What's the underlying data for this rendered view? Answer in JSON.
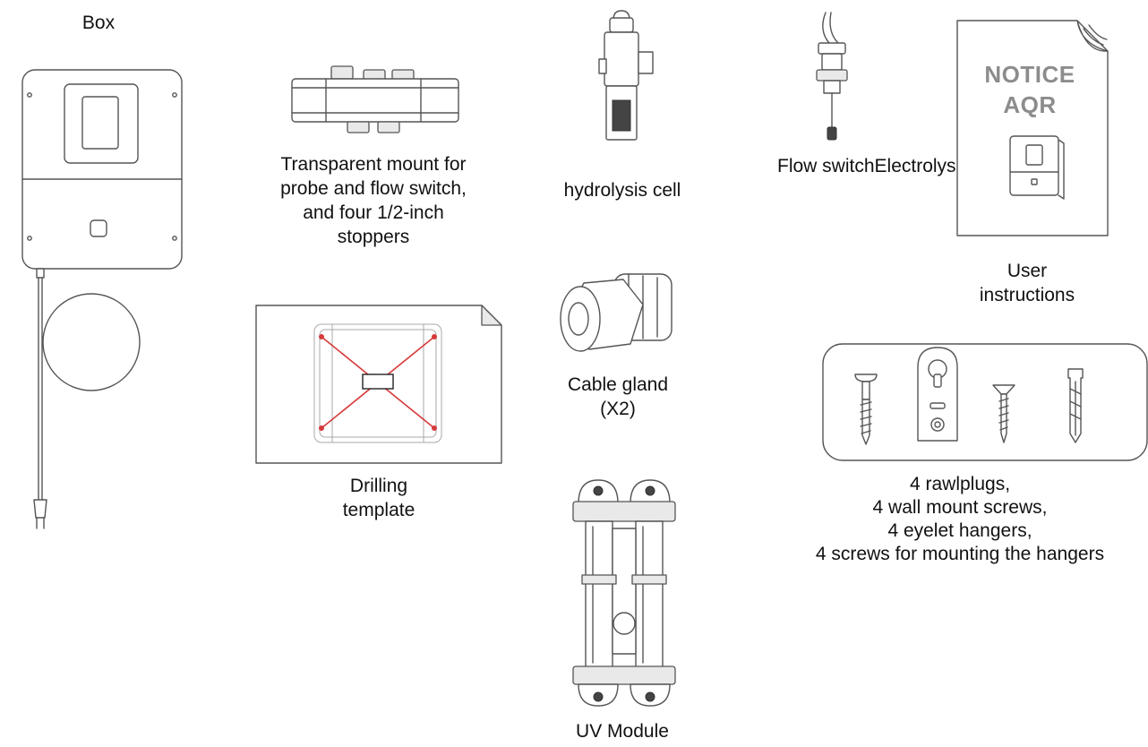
{
  "labels": {
    "box": "Box",
    "mount": [
      "Transparent mount for",
      "probe and flow switch,",
      "and four 1/2-inch",
      "stoppers"
    ],
    "cell": "hydrolysis cell",
    "flow": "Flow switchElectrolysis/",
    "manual": [
      "User",
      "instructions"
    ],
    "template": [
      "Drilling",
      "template"
    ],
    "gland": [
      "Cable gland",
      "(X2)"
    ],
    "hardware": [
      "4 rawlplugs,",
      "4 wall mount screws,",
      "4 eyelet hangers,",
      "4 screws for mounting the hangers"
    ],
    "uv": "UV Module"
  },
  "manual_cover": {
    "line1": "NOTICE",
    "line2": "AQR"
  }
}
